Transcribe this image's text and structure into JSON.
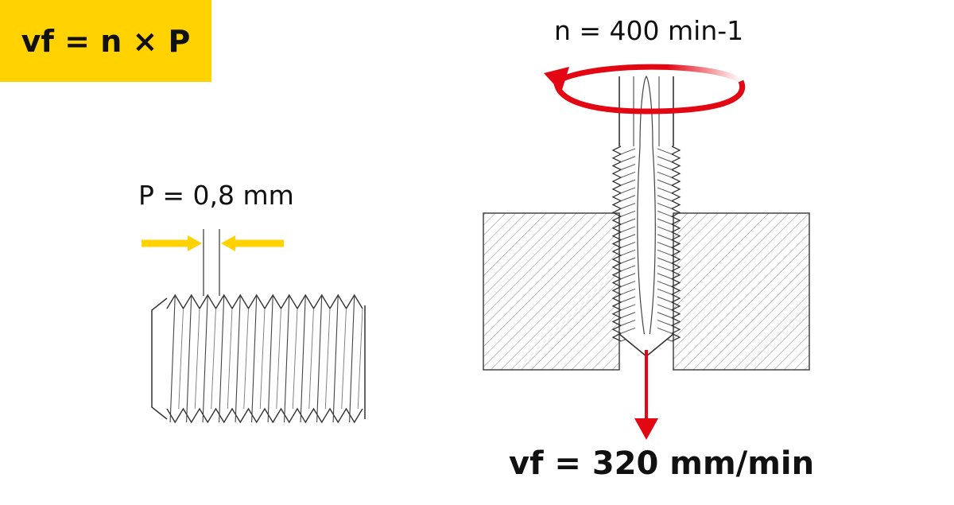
{
  "formula": {
    "text": "vf = n × P"
  },
  "pitch": {
    "label": "P = 0,8 mm"
  },
  "spindle_speed": {
    "label": "n = 400 min-1"
  },
  "feed_rate": {
    "label": "vf = 320 mm/min"
  },
  "colors": {
    "accent_yellow": "#FFD200",
    "arrow_red": "#E30613",
    "line": "#333333"
  },
  "icons": {
    "rotation": "rotation-arrow-icon",
    "feed": "feed-arrow-down-icon",
    "pitch_arrows": "pitch-arrow-icon"
  }
}
